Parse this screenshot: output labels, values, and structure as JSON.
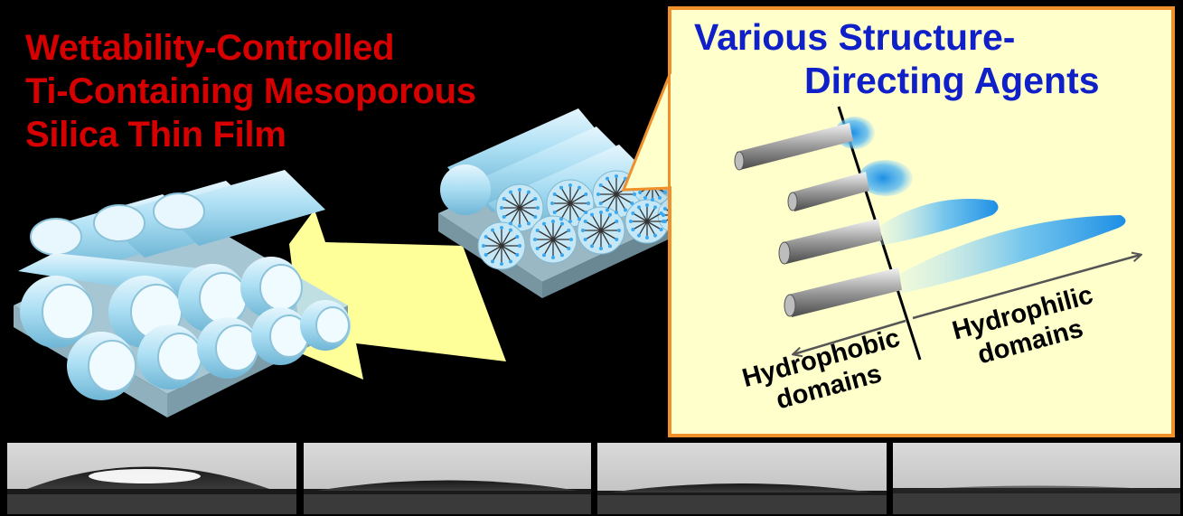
{
  "title": {
    "lines": [
      "Wettability-Controlled",
      "Ti-Containing Mesoporous",
      "Silica Thin Film"
    ],
    "color": "#d60000"
  },
  "callout": {
    "title_lines": [
      "Various Structure-",
      "Directing Agents"
    ],
    "title_color": "#1020c8",
    "background": "#ffffcc",
    "border_color": "#f0902a"
  },
  "labels": {
    "hydrophobic": [
      "Hydrophobic",
      "domains"
    ],
    "hydrophilic": [
      "Hydrophilic",
      "domains"
    ]
  },
  "contact_angle_panels": [
    {
      "droplet": "high"
    },
    {
      "droplet": "medium"
    },
    {
      "droplet": "low"
    },
    {
      "droplet": "flat"
    }
  ],
  "colors": {
    "tube": "#aee0f4",
    "substrate": "#9ab8c4",
    "arrow": "#ffff99",
    "surfactant_head": "#3aa8f0"
  }
}
